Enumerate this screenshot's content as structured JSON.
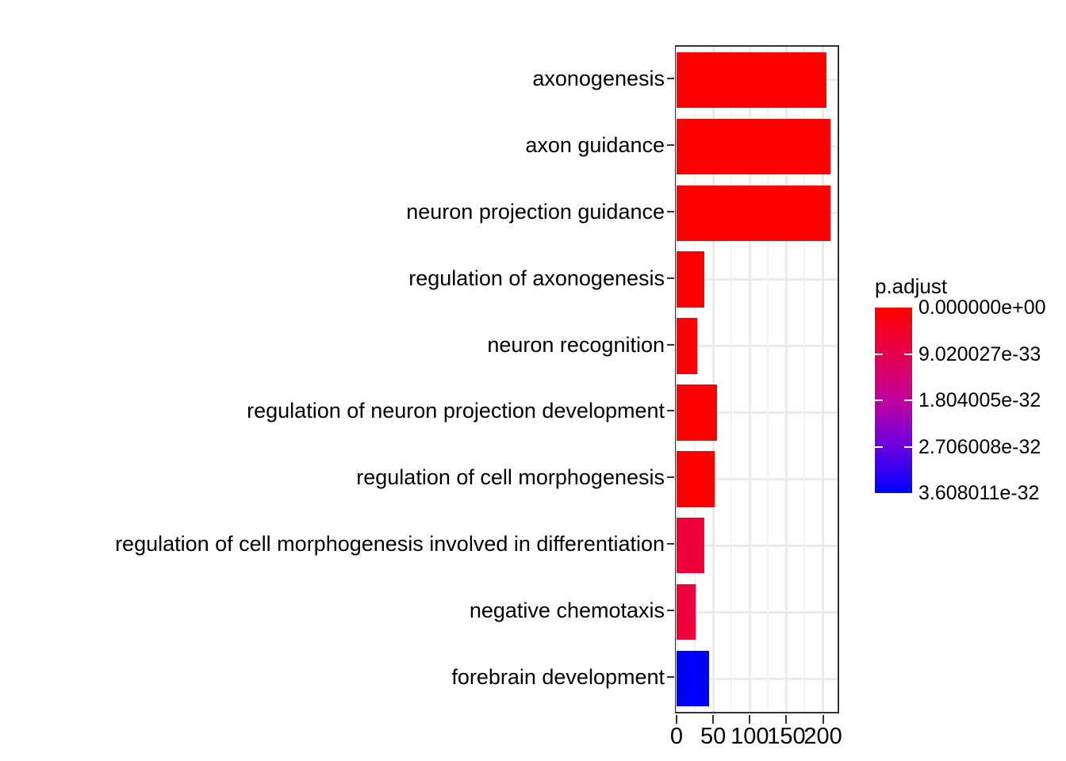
{
  "chart_data": {
    "type": "bar",
    "orientation": "horizontal",
    "title": "",
    "xlabel": "",
    "ylabel": "",
    "categories": [
      "axonogenesis",
      "axon guidance",
      "neuron projection guidance",
      "regulation of axonogenesis",
      "neuron recognition",
      "regulation of neuron projection development",
      "regulation of cell morphogenesis",
      "regulation of cell morphogenesis involved in differentiation",
      "negative chemotaxis",
      "forebrain development"
    ],
    "values": [
      205,
      210,
      210,
      38,
      28,
      55,
      52,
      38,
      26,
      44
    ],
    "bar_colors": [
      "#FF0000",
      "#FF0000",
      "#FF0000",
      "#FF0000",
      "#FF0000",
      "#FF0000",
      "#FF0000",
      "#F00038",
      "#EE0038",
      "#0000FF"
    ],
    "xlim": [
      0,
      220
    ],
    "xticks": [
      0,
      50,
      100,
      150,
      200
    ],
    "xticklabels": [
      "0",
      "50",
      "100",
      "150",
      "200"
    ],
    "grid": true,
    "legend": {
      "position": "right",
      "title": "p.adjust",
      "labels": [
        "0.000000e+00",
        "9.020027e-33",
        "1.804005e-32",
        "2.706008e-32",
        "3.608011e-32"
      ],
      "colormap_high": "#FF0000",
      "colormap_low": "#0000FF"
    }
  }
}
